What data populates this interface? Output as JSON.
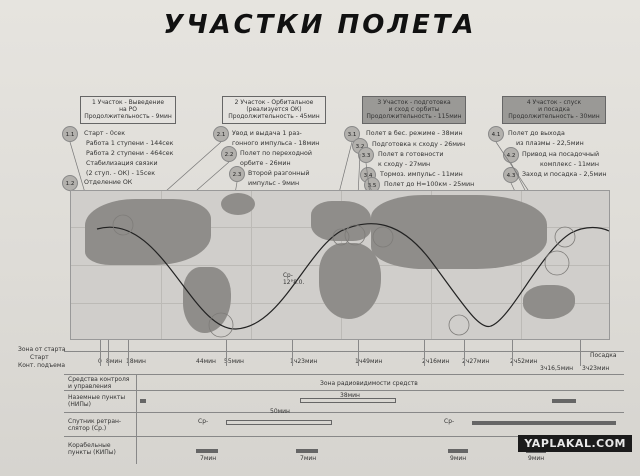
{
  "title": "УЧАСТКИ ПОЛЕТА",
  "phases": [
    {
      "box": [
        "1 Участок - Выведение",
        "на РО",
        "Продолжительность - 9мин"
      ],
      "items": [
        {
          "id": "1.1",
          "lines": [
            "Старт - 0сек"
          ]
        },
        {
          "id": "",
          "lines": [
            "Работа 1 ступени - 144сек"
          ]
        },
        {
          "id": "",
          "lines": [
            "Работа 2 ступени - 464сек"
          ]
        },
        {
          "id": "",
          "lines": [
            "Стабилизация связки"
          ]
        },
        {
          "id": "",
          "lines": [
            "(2 ступ. - ОК) - 15сек"
          ]
        },
        {
          "id": "1.2",
          "lines": [
            "Отделение ОК"
          ]
        }
      ]
    },
    {
      "box": [
        "2 Участок - Орбитальное",
        "(реализуется ОК)",
        "Продолжительность - 45мин"
      ],
      "items": [
        {
          "id": "2.1",
          "lines": [
            "Увод и выдача 1 раз-",
            "гонного импульса - 18мин"
          ]
        },
        {
          "id": "2.2",
          "lines": [
            "Полет по переходной",
            "орбите - 26мин"
          ]
        },
        {
          "id": "2.3",
          "lines": [
            "Второй разгонный",
            "импульс - 9мин"
          ]
        }
      ]
    },
    {
      "box": [
        "3 Участок - подготовка",
        "и сход с орбиты",
        "Продолжительность - 115мин"
      ],
      "items": [
        {
          "id": "3.1",
          "lines": [
            "Полет в бес. режиме - 38мин"
          ]
        },
        {
          "id": "3.2",
          "lines": [
            "Подготовка к сходу - 26мин"
          ]
        },
        {
          "id": "3.3",
          "lines": [
            "Полет в готовности",
            "к сходу - 27мин"
          ]
        },
        {
          "id": "3.4",
          "lines": [
            "Тормоз. импульс - 11мин"
          ]
        },
        {
          "id": "3.5",
          "lines": [
            "Полет до Н=100км - 25мин"
          ]
        }
      ]
    },
    {
      "box": [
        "4 Участок - спуск",
        "и посадка",
        "Продолжительность - 30мин"
      ],
      "items": [
        {
          "id": "4.1",
          "lines": [
            "Полет до выхода",
            "из плазмы - 22,5мин"
          ]
        },
        {
          "id": "4.2",
          "lines": [
            "Привод на посадочный",
            "комплекс - 11мин"
          ]
        },
        {
          "id": "4.3",
          "lines": [
            "Заход и посадка - 2,5мин"
          ]
        }
      ]
    }
  ],
  "map_label": "Ср-\n12°8.0.",
  "timeline": {
    "zone_label": "Зона от старта",
    "start_label": "Старт",
    "ascent_label": "Конт. подъема",
    "landing_label": "Посадка",
    "ticks": [
      "0",
      "8мин",
      "18мин",
      "44мин",
      "55мин",
      "1ч23мин",
      "1ч49мин",
      "2ч16мин",
      "2ч27мин",
      "2ч52мин",
      "3ч16,5мин",
      "3ч23мин"
    ],
    "rows": [
      {
        "label": [
          "Средства контроля",
          "и управления"
        ],
        "note": "Зона радиовидимости средств"
      },
      {
        "label": [
          "Наземные пункты",
          "(НИПы)"
        ],
        "note": "38мин"
      },
      {
        "label": [
          "Спутник ретран-",
          "слятор (Ср.)"
        ],
        "note": "50мин",
        "pre": "Ср-",
        "post": "Ср-"
      },
      {
        "label": [
          "Корабельные",
          "пункты (КИПы)"
        ],
        "marks": [
          "7мин",
          "7мин",
          "9мин",
          "9мин"
        ]
      }
    ]
  },
  "watermark": "YAPLAKAL.COM"
}
